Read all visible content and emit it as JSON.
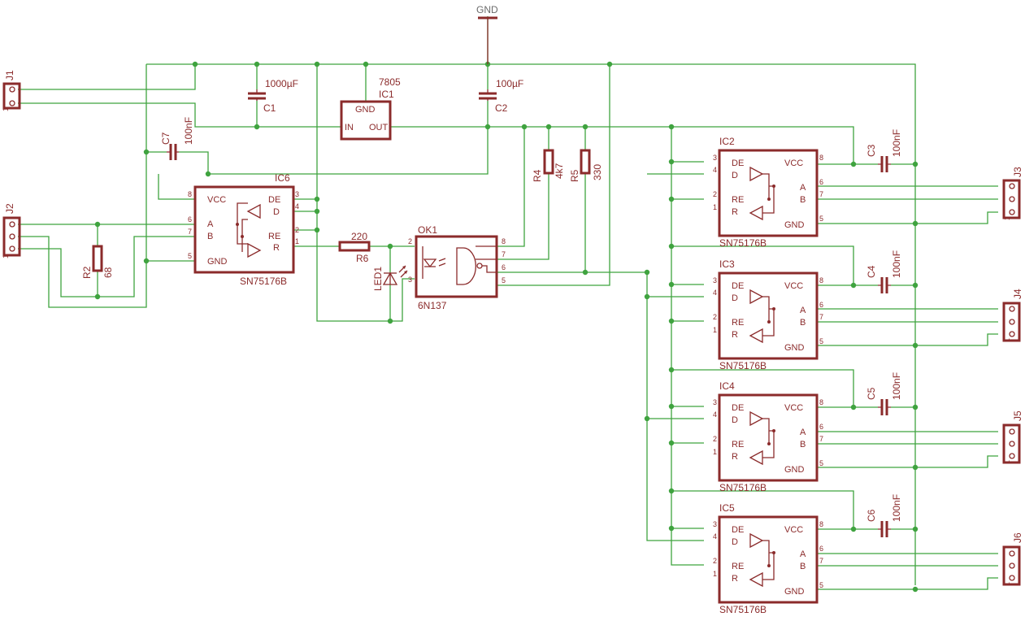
{
  "labels": {
    "gnd": "GND",
    "j1": "J1",
    "j2": "J2",
    "j3": "J3",
    "j4": "J4",
    "j5": "J5",
    "j6": "J6",
    "c1_value": "1000µF",
    "c1": "C1",
    "c2_value": "100µF",
    "c2": "C2",
    "c7": "C7",
    "c7_value": "100nF",
    "ic1_type": "7805",
    "ic1": "IC1",
    "ic1_gnd": "GND",
    "ic1_in": "IN",
    "ic1_out": "OUT",
    "ic6": "IC6",
    "ic6_type": "SN75176B",
    "r2": "R2",
    "r2_value": "68",
    "r6_value": "220",
    "r6": "R6",
    "led1": "LED1",
    "ok1": "OK1",
    "ok1_type": "6N137",
    "r4": "R4",
    "r4_value": "4k7",
    "r5": "R5",
    "r5_value": "330",
    "ic2": "IC2",
    "ic3": "IC3",
    "ic4": "IC4",
    "ic5": "IC5",
    "c3": "C3",
    "c4": "C4",
    "c5": "C5",
    "c6": "C6",
    "cap_100nf": "100nF",
    "sn75176b": "SN75176B"
  },
  "pins": {
    "vcc": "VCC",
    "gnd": "GND",
    "de": "DE",
    "d": "D",
    "re": "RE",
    "r": "R",
    "a": "A",
    "b": "B",
    "n1": "1",
    "n2": "2",
    "n3": "3",
    "n4": "4",
    "n5": "5",
    "n6": "6",
    "n7": "7",
    "n8": "8"
  },
  "colors": {
    "wire": "#3fa33f",
    "part": "#8b2b2b",
    "background": "#ffffff"
  }
}
